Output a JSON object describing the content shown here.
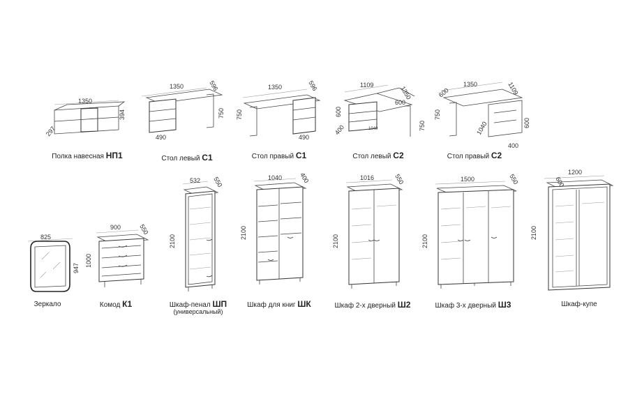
{
  "items": [
    {
      "name": "Полка навесная",
      "code": "НП1",
      "dims": [
        "1350",
        "394",
        "297"
      ]
    },
    {
      "name": "Стол левый",
      "code": "С1",
      "dims": [
        "1350",
        "596",
        "750",
        "490"
      ]
    },
    {
      "name": "Стол правый",
      "code": "С1",
      "dims": [
        "1350",
        "596",
        "750",
        "490"
      ]
    },
    {
      "name": "Стол левый",
      "code": "С2",
      "dims": [
        "1109",
        "1350",
        "600",
        "400",
        "1040",
        "750",
        "600"
      ]
    },
    {
      "name": "Стол правый",
      "code": "С2",
      "dims": [
        "1350",
        "1109",
        "600",
        "750",
        "1040",
        "600",
        "400"
      ]
    },
    {
      "name": "Зеркало",
      "code": "",
      "dims": [
        "825",
        "947"
      ]
    },
    {
      "name": "Комод",
      "code": "К1",
      "dims": [
        "900",
        "550",
        "1000"
      ]
    },
    {
      "name": "Шкаф-пенал",
      "code": "ШП",
      "sub": "(универсальный)",
      "dims": [
        "532",
        "550",
        "2100"
      ]
    },
    {
      "name": "Шкаф для книг",
      "code": "ШК",
      "dims": [
        "1040",
        "400",
        "2100"
      ]
    },
    {
      "name": "Шкаф 2-х дверный",
      "code": "Ш2",
      "dims": [
        "1016",
        "550",
        "2100"
      ]
    },
    {
      "name": "Шкаф 3-х дверный",
      "code": "Ш3",
      "dims": [
        "1500",
        "550",
        "2100"
      ]
    },
    {
      "name": "Шкаф-купе",
      "code": "",
      "dims": [
        "1200",
        "600",
        "2100"
      ]
    }
  ]
}
